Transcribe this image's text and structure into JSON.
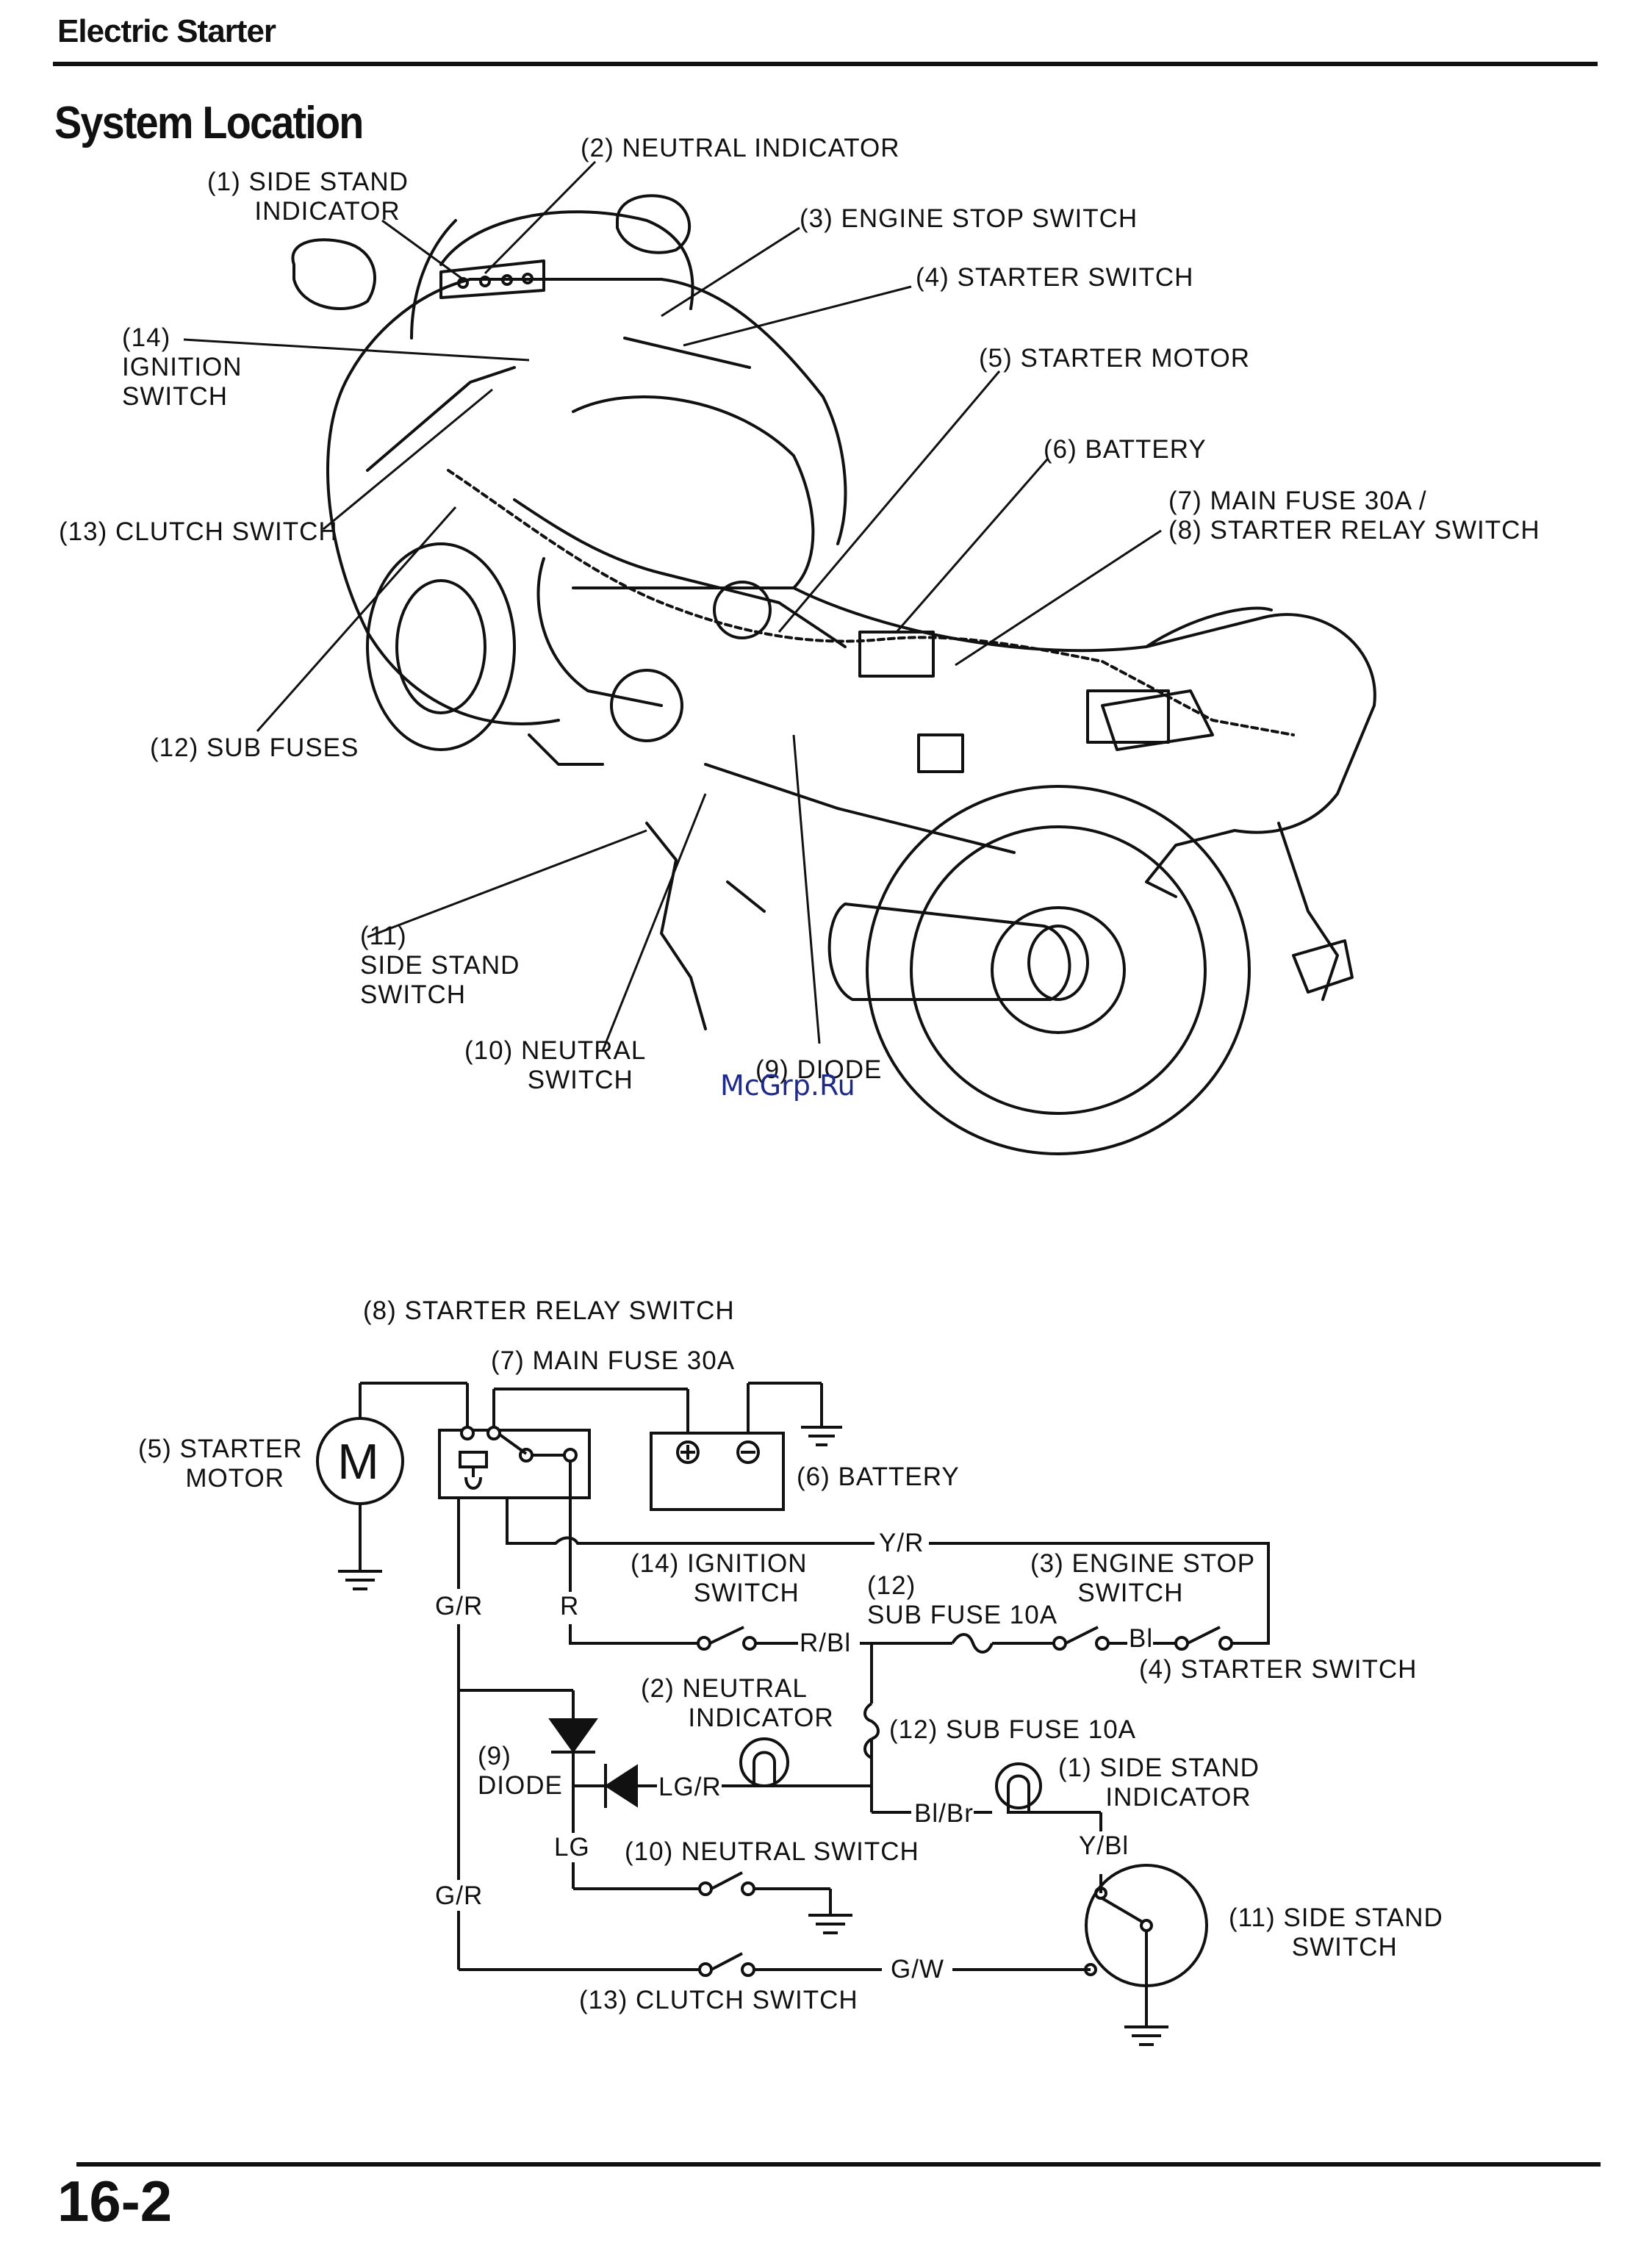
{
  "header": {
    "section": "Electric Starter",
    "page_number": "16-2"
  },
  "watermark": "McGrp.Ru",
  "location": {
    "title": "System Location",
    "labels": {
      "side_stand_indicator": "(1) SIDE STAND\n      INDICATOR",
      "neutral_indicator": "(2) NEUTRAL INDICATOR",
      "engine_stop_switch": "(3) ENGINE STOP SWITCH",
      "starter_switch": "(4) STARTER SWITCH",
      "starter_motor": "(5) STARTER MOTOR",
      "battery": "(6) BATTERY",
      "main_fuse_relay": "(7) MAIN FUSE 30A /\n(8) STARTER RELAY SWITCH",
      "diode": "(9) DIODE",
      "neutral_switch": "(10) NEUTRAL\n        SWITCH",
      "side_stand_switch": "(11)\nSIDE STAND\nSWITCH",
      "sub_fuses": "(12) SUB FUSES",
      "clutch_switch": "(13) CLUTCH SWITCH",
      "ignition_switch": "(14)\nIGNITION\nSWITCH"
    }
  },
  "schematic": {
    "starter_relay_switch": "(8) STARTER RELAY SWITCH",
    "main_fuse": "(7) MAIN FUSE 30A",
    "starter_motor": "(5) STARTER\n      MOTOR",
    "motor_symbol": "M",
    "battery": "(6) BATTERY",
    "ignition_switch": "(14) IGNITION\n        SWITCH",
    "engine_stop_switch": "(3) ENGINE STOP\n      SWITCH",
    "sub_fuse_top": "(12)\nSUB FUSE 10A",
    "starter_switch": "(4) STARTER SWITCH",
    "neutral_indicator": "(2) NEUTRAL\n      INDICATOR",
    "sub_fuse_mid": "(12) SUB FUSE 10A",
    "side_stand_indicator": "(1) SIDE STAND\n      INDICATOR",
    "diode": "(9)\nDIODE",
    "neutral_switch": "(10) NEUTRAL SWITCH",
    "side_stand_switch": "(11) SIDE STAND\n        SWITCH",
    "clutch_switch": "(13) CLUTCH SWITCH",
    "wires": {
      "yr": "Y/R",
      "gr_top": "G/R",
      "r": "R",
      "rbl": "R/Bl",
      "bl": "Bl",
      "lgr": "LG/R",
      "lg": "LG",
      "blbr": "Bl/Br",
      "ybl": "Y/Bl",
      "gr_bottom": "G/R",
      "gw": "G/W"
    }
  }
}
